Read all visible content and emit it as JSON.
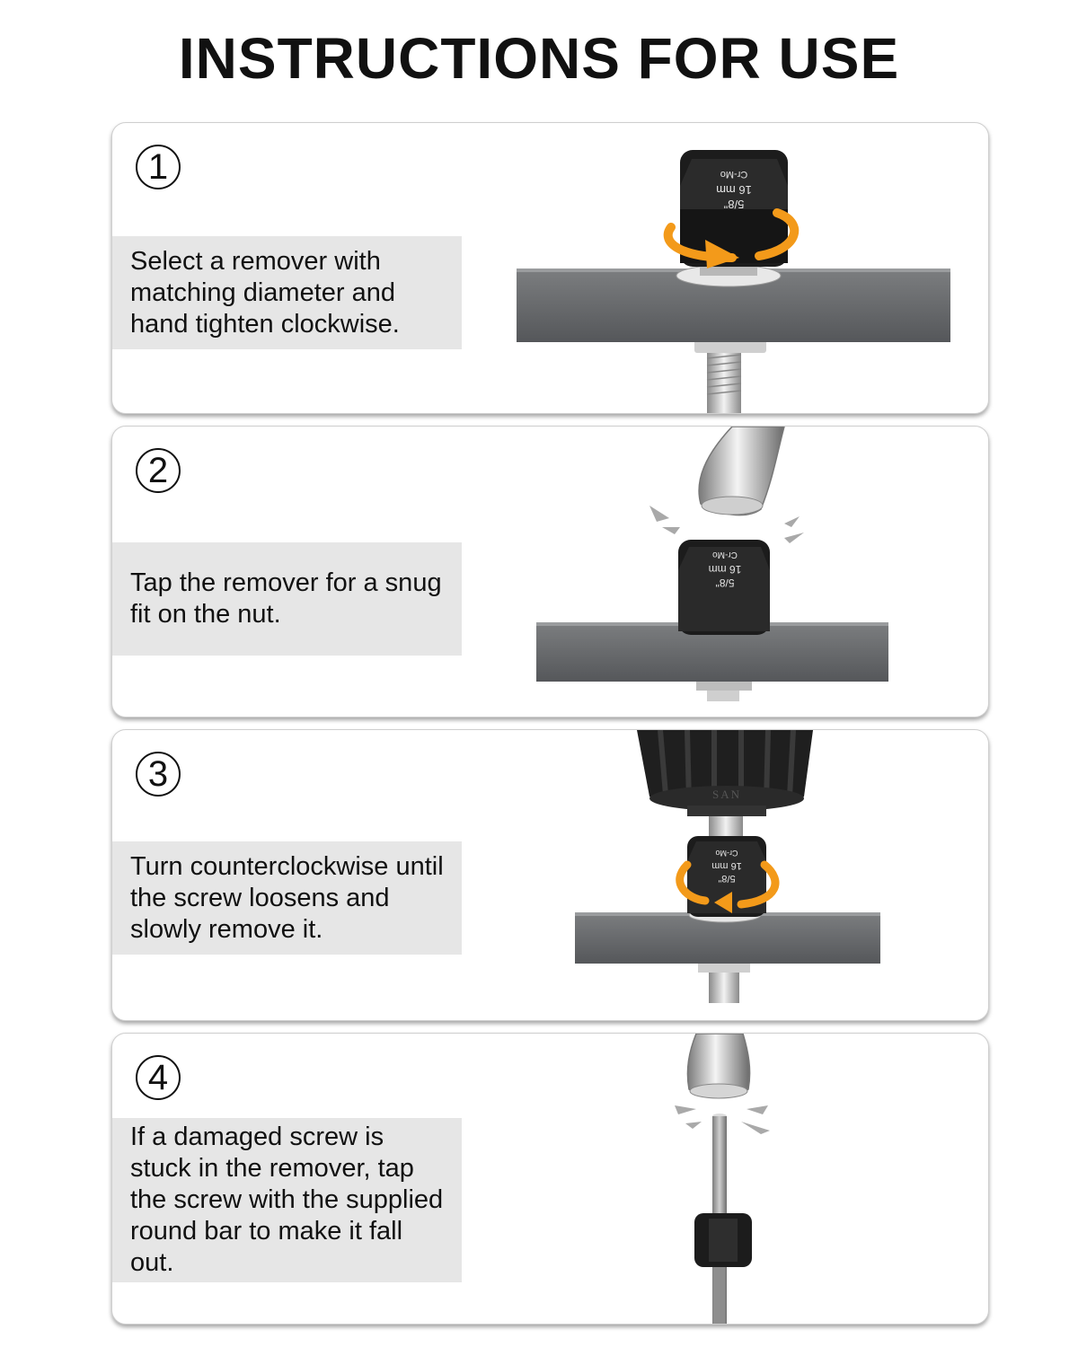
{
  "title": "INSTRUCTIONS FOR USE",
  "steps": [
    {
      "number": "1",
      "text": "Select a remover with matching diameter and hand tighten clockwise.",
      "icon": "rotate-clockwise-icon"
    },
    {
      "number": "2",
      "text": "Tap the remover for a snug fit on the nut.",
      "icon": "hammer-icon"
    },
    {
      "number": "3",
      "text": "Turn counterclockwise until the screw loosens and slowly remove it.",
      "icon": "rotate-counterclockwise-icon"
    },
    {
      "number": "4",
      "text": "If a damaged screw is stuck in the remover, tap the screw with the supplied round bar to make it fall out.",
      "icon": "round-bar-icon"
    }
  ],
  "socket_marking": {
    "size_in": "5/8\"",
    "size_mm": "16 mm",
    "material": "Cr-Mo"
  },
  "drill_brand": "SAN",
  "colors": {
    "arrow": "#f39a1a",
    "socket": "#1c1c1c",
    "plate": "#6a6c6e",
    "text_box": "#e6e6e6"
  }
}
